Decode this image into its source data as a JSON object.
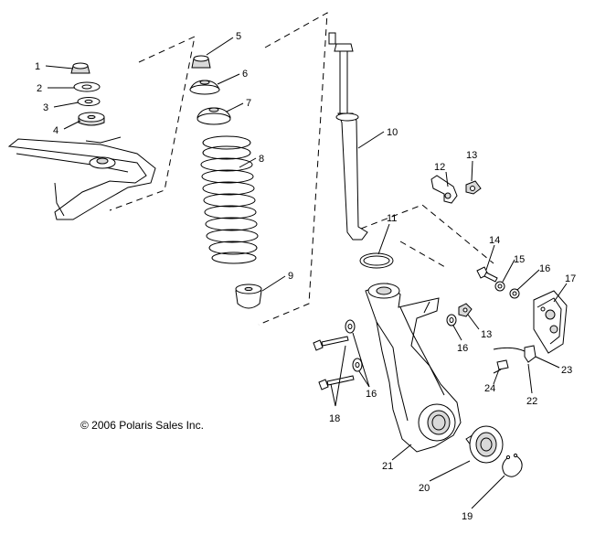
{
  "copyright": "© 2006 Polaris Sales Inc.",
  "callouts": [
    "1",
    "2",
    "3",
    "4",
    "5",
    "6",
    "7",
    "8",
    "9",
    "10",
    "11",
    "12",
    "13",
    "13",
    "14",
    "15",
    "16",
    "16",
    "16",
    "17",
    "18",
    "19",
    "20",
    "21",
    "22",
    "23",
    "24"
  ]
}
